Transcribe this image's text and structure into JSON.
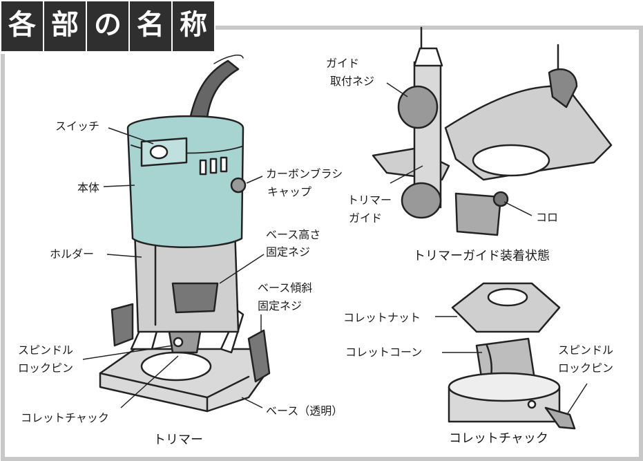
{
  "title": {
    "chars": [
      "各",
      "部",
      "の",
      "名",
      "称"
    ]
  },
  "trimmer": {
    "caption": "トリマー",
    "labels": {
      "switch": "スイッチ",
      "body": "本体",
      "brush_cap_1": "カーボンブラシ",
      "brush_cap_2": "キャップ",
      "holder": "ホルダー",
      "base_height_1": "ベース高さ",
      "base_height_2": "固定ネジ",
      "base_tilt_1": "ベース傾斜",
      "base_tilt_2": "固定ネジ",
      "spindle_lock_1": "スピンドル",
      "spindle_lock_2": "ロックピン",
      "collet_chuck": "コレットチャック",
      "base": "ベース（透明）"
    }
  },
  "guide_view": {
    "caption": "トリマーガイド装着状態",
    "labels": {
      "guide_screw_1": "ガイド",
      "guide_screw_2": "取付ネジ",
      "trimmer_guide_1": "トリマー",
      "trimmer_guide_2": "ガイド",
      "roller": "コロ"
    }
  },
  "collet_view": {
    "caption": "コレットチャック",
    "labels": {
      "collet_nut": "コレットナット",
      "collet_cone": "コレットコーン",
      "spindle_lock_1": "スピンドル",
      "spindle_lock_2": "ロックピン"
    }
  },
  "colors": {
    "body_teal": "#a7d3d1",
    "title_bg": "#2f2f2f",
    "gray_fill": "#cfcfcf",
    "frame": "#c8c8c8"
  }
}
